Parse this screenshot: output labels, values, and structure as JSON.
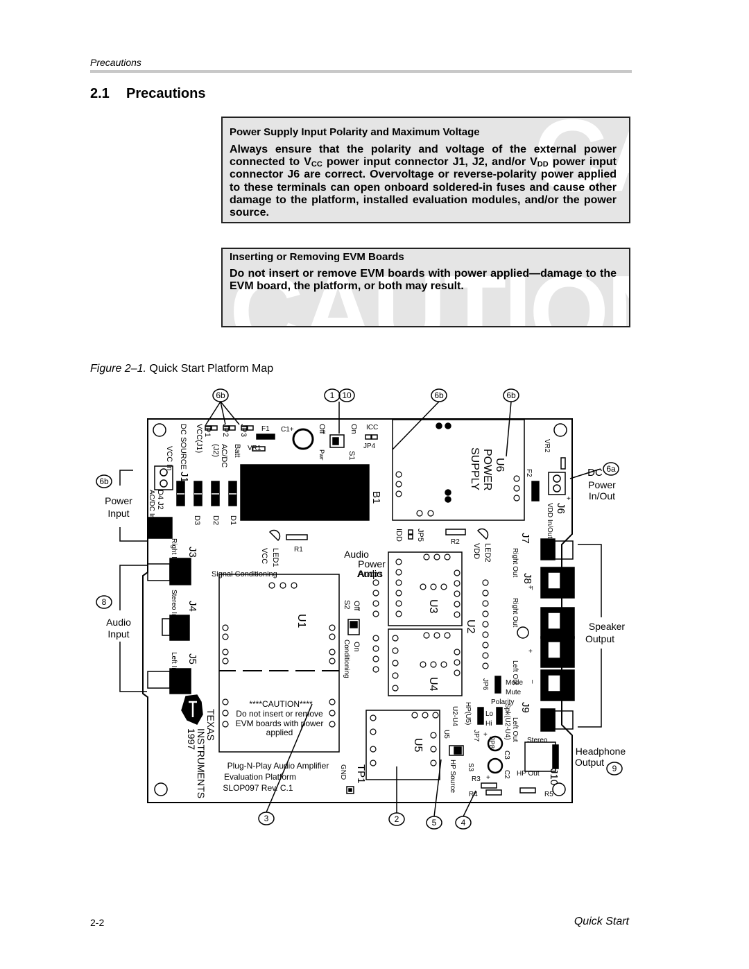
{
  "header": {
    "running_head": "Precautions"
  },
  "section": {
    "number": "2.1",
    "title": "Precautions"
  },
  "caution1": {
    "watermark": "CAUTION",
    "title": "Power Supply Input Polarity and Maximum Voltage",
    "body_a": "Always ensure that the polarity and voltage of the external power connected to V",
    "sub_cc": "CC",
    "body_b": " power input connector J1, J2, and/or V",
    "sub_dd": "DD",
    "body_c": " power input connector J6 are correct. Overvoltage or reverse-polarity power applied to these terminals can open onboard soldered-in fuses and cause other damage to the platform, installed evaluation modules, and/or the power source."
  },
  "caution2": {
    "watermark": "CAUTION",
    "title": "Inserting or Removing EVM Boards",
    "body": "Do not insert or remove EVM boards with power applied—damage to the EVM board, the platform, or both may result."
  },
  "figure": {
    "label": "Figure 2–1.",
    "caption": " Quick Start Platform Map",
    "callouts": {
      "c6b": "6b",
      "c1": "1",
      "c10": "10",
      "c6a": "6a",
      "c8": "8",
      "c9": "9",
      "c3": "3",
      "c2": "2",
      "c5": "5",
      "c4": "4"
    },
    "side": {
      "power_input": [
        "Power",
        "Input"
      ],
      "audio_input": [
        "Audio",
        "Input"
      ],
      "dc_power": [
        "DC",
        "Power",
        "In/Out"
      ],
      "speaker": [
        "Speaker",
        "Output"
      ],
      "headphone": [
        "Headphone",
        "Output"
      ]
    },
    "board": {
      "f1": "F1",
      "c1p": "C1+",
      "vr1": "VR1",
      "off": "Off",
      "on": "On",
      "icc": "ICC",
      "jp4": "JP4",
      "pwr": "Pwr",
      "s1": "S1",
      "jp1": "JP1",
      "jp2": "JP2",
      "jp3": "JP3",
      "dc_source": "DC SOURCE",
      "vcc_j1": "VCC(J1)",
      "j2": "(J2)",
      "acdc": "AC/DC",
      "batt": "Batt",
      "j1": "J1",
      "vcc_in": "VCC In",
      "b1": "B1",
      "u6": "U6",
      "power": "POWER",
      "supply": "SUPPLY",
      "vr2": "VR2",
      "f2": "F2",
      "j6": "J6",
      "vdd_inout": "VDD In/Out",
      "d4j2": "D4  J2",
      "acdc_in": "AC/DC In",
      "d3": "D3",
      "d2": "D2",
      "d1": "D1",
      "r1": "R1",
      "led1": "LED1",
      "vcc": "VCC",
      "idd": "IDD",
      "jp5": "JP5",
      "r2": "R2",
      "led2": "LED2",
      "vdd": "VDD",
      "j3": "J3",
      "right_in": "Right In",
      "signal_cond": "Signal Conditioning",
      "audio": "Audio",
      "power_lbl": "Power",
      "amps": "Amps",
      "j7": "J7",
      "right_out": "Right Out",
      "j8": "J8",
      "plus": "+",
      "minus": "–",
      "j4": "J4",
      "stereo_in": "Stereo In",
      "u1": "U1",
      "s2": "S2",
      "off2": "Off",
      "on2": "On",
      "conditioning": "Conditioning",
      "u3": "U3",
      "u2": "U2",
      "j5": "J5",
      "left_in": "Left In",
      "u4": "U4",
      "left_out": "Left Out",
      "mode": "Mode",
      "mute": "Mute",
      "jp6": "JP6",
      "caution_a": "****CAUTION****",
      "caution_b": "Do not insert or remove",
      "caution_c": "EVM boards with power",
      "caution_d": "applied",
      "polarity": "Polarity",
      "lo": "Lo",
      "hi": "Hi",
      "hp_u5": "HP(U5)",
      "spk": "Spk(U2-U4)",
      "j9": "J9",
      "left_out2": "Left Out",
      "stereo": "Stereo",
      "u2u4": "U2-U4",
      "u5_lbl": "U5",
      "jp7": "JP7",
      "jp8": "JP8",
      "c3": "C3",
      "u5": "U5",
      "texas": "TEXAS",
      "instruments": "INSTRUMENTS",
      "year": "1997",
      "plug_a": "Plug-N-Play Audio Amplifier",
      "plug_b": "Evaluation Platform",
      "plug_c": "SLOP097 Rev. C.1",
      "tp1": "TP1",
      "gnd": "GND",
      "hp_source": "HP Source",
      "s3": "S3",
      "c2": "C2",
      "r3": "R3",
      "r4": "R4",
      "r5": "R5",
      "hp_out": "HP Out",
      "j10": "J10"
    }
  },
  "footer": {
    "page": "2-2",
    "section": "Quick Start"
  }
}
